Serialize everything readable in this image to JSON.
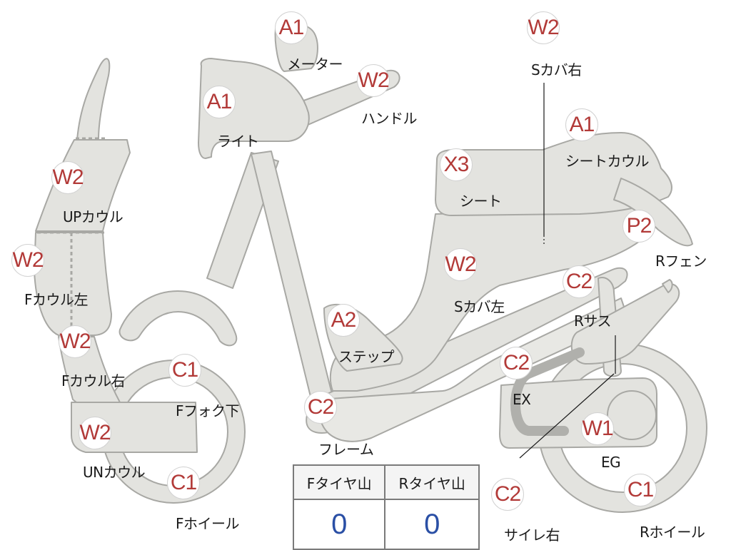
{
  "colors": {
    "part_fill": "#e3e3df",
    "part_stroke": "#a8a8a4",
    "badge_text": "#b23a38",
    "value_text": "#2a4fa5",
    "exhaust": "#b0b0ac"
  },
  "parts": [
    {
      "id": "meter",
      "grade": "A1",
      "label": "メーター"
    },
    {
      "id": "light",
      "grade": "A1",
      "label": "ライト"
    },
    {
      "id": "handle",
      "grade": "W2",
      "label": "ハンドル"
    },
    {
      "id": "s-cover-right",
      "grade": "W2",
      "label": "Sカバ右"
    },
    {
      "id": "seat-cowl",
      "grade": "A1",
      "label": "シートカウル"
    },
    {
      "id": "seat",
      "grade": "X3",
      "label": "シート"
    },
    {
      "id": "up-cowl",
      "grade": "W2",
      "label": "UPカウル"
    },
    {
      "id": "f-cowl-left",
      "grade": "W2",
      "label": "Fカウル左"
    },
    {
      "id": "r-fender",
      "grade": "P2",
      "label": "Rフェン"
    },
    {
      "id": "s-cover-left",
      "grade": "W2",
      "label": "Sカバ左"
    },
    {
      "id": "r-suspension",
      "grade": "C2",
      "label": "Rサス"
    },
    {
      "id": "step",
      "grade": "A2",
      "label": "ステップ"
    },
    {
      "id": "f-cowl-right",
      "grade": "W2",
      "label": "Fカウル右"
    },
    {
      "id": "f-fork-lower",
      "grade": "C1",
      "label": "Fフォク下"
    },
    {
      "id": "exhaust",
      "grade": "C2",
      "label": "EX"
    },
    {
      "id": "frame",
      "grade": "C2",
      "label": "フレーム"
    },
    {
      "id": "un-cowl",
      "grade": "W2",
      "label": "UNカウル"
    },
    {
      "id": "engine",
      "grade": "W1",
      "label": "EG"
    },
    {
      "id": "f-wheel",
      "grade": "C1",
      "label": "Fホイール"
    },
    {
      "id": "silencer-right",
      "grade": "C2",
      "label": "サイレ右"
    },
    {
      "id": "r-wheel",
      "grade": "C1",
      "label": "Rホイール"
    }
  ],
  "tire_table": {
    "headers": [
      "Fタイヤ山",
      "Rタイヤ山"
    ],
    "values": [
      "0",
      "0"
    ]
  }
}
